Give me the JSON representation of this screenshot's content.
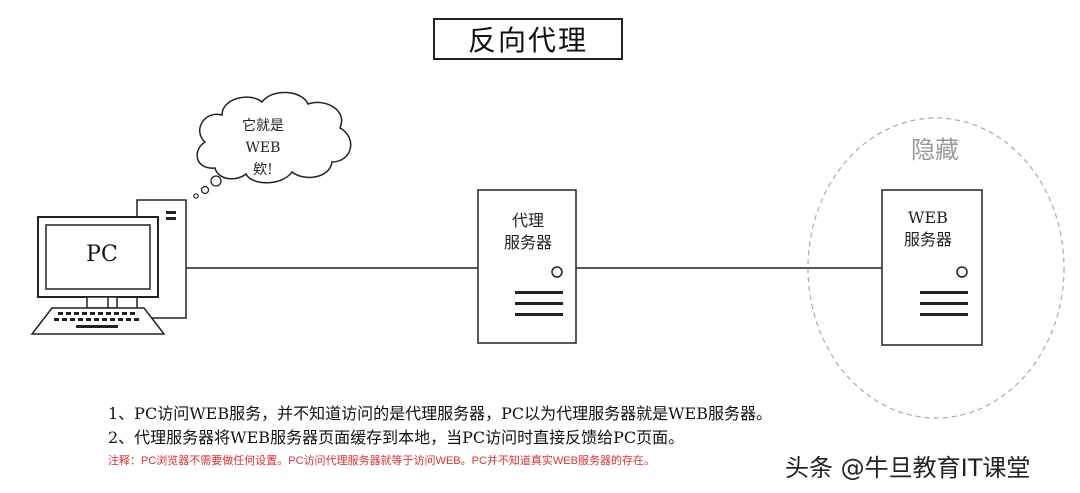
{
  "title": "反向代理",
  "thought_bubble": {
    "line1": "它就是WEB",
    "line2": "欸!"
  },
  "pc": {
    "label": "PC"
  },
  "proxy_server": {
    "line1": "代理",
    "line2": "服务器"
  },
  "web_server": {
    "line1": "WEB",
    "line2": "服务器"
  },
  "hidden_zone": {
    "label": "隐藏"
  },
  "notes": [
    "1、PC访问WEB服务，并不知道访问的是代理服务器，PC以为代理服务器就是WEB服务器。",
    "2、代理服务器将WEB服务器页面缓存到本地，当PC访问时直接反馈给PC页面。"
  ],
  "remark": "注释：PC浏览器不需要做任何设置。PC访问代理服务器就等于访问WEB。PC并不知道真实WEB服务器的存在。",
  "watermark": "头条 @牛旦教育IT课堂",
  "colors": {
    "line": "#222222",
    "hidden_ellipse": "#aaaaaa",
    "hidden_text": "#999999",
    "remark_text": "#e03030"
  }
}
